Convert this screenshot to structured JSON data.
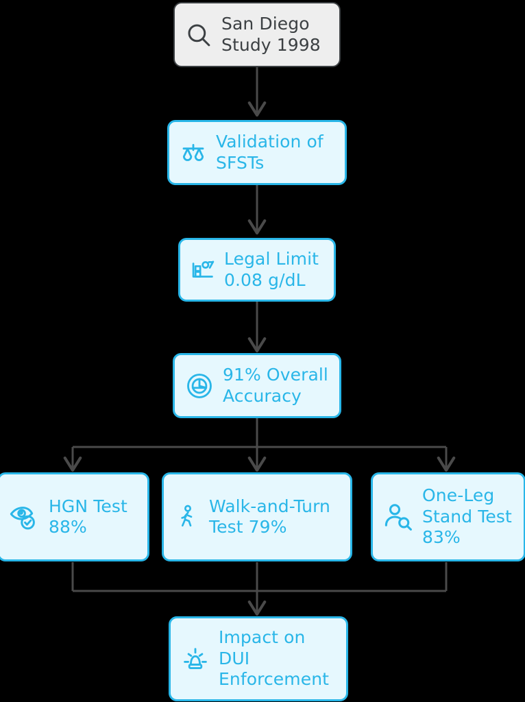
{
  "diagram": {
    "title": "San Diego Study 1998 SFST Validation Flowchart",
    "background_color": "#000000",
    "accent_color": "#29b6e8",
    "node_fill_color": "#e6f8fe",
    "start_fill_color": "#eeeeee",
    "start_border_color": "#3c4043",
    "edge_color": "#4a4a4a",
    "orientation": "top-to-bottom",
    "nodes": [
      {
        "id": "study",
        "label": "San Diego\nStudy 1998",
        "icon": "search-icon",
        "style": "start"
      },
      {
        "id": "validation",
        "label": "Validation of\nSFSTs",
        "icon": "scales-balance-icon",
        "style": "process"
      },
      {
        "id": "legal-limit",
        "label": "Legal Limit\n0.08 g/dL",
        "icon": "bar-chart-percent-icon",
        "style": "process"
      },
      {
        "id": "overall-accuracy",
        "label": "91% Overall\nAccuracy",
        "icon": "pie-chart-icon",
        "style": "process"
      },
      {
        "id": "hgn-test",
        "label": "HGN Test\n88%",
        "icon": "eye-check-icon",
        "style": "process"
      },
      {
        "id": "walk-and-turn",
        "label": "Walk-and-Turn\nTest 79%",
        "icon": "walking-person-icon",
        "style": "process"
      },
      {
        "id": "one-leg-stand",
        "label": "One-Leg\nStand Test\n83%",
        "icon": "person-search-icon",
        "style": "process"
      },
      {
        "id": "dui-impact",
        "label": "Impact on\nDUI\nEnforcement",
        "icon": "siren-beacon-icon",
        "style": "process"
      }
    ],
    "edges": [
      {
        "from": "study",
        "to": "validation"
      },
      {
        "from": "validation",
        "to": "legal-limit"
      },
      {
        "from": "legal-limit",
        "to": "overall-accuracy"
      },
      {
        "from": "overall-accuracy",
        "to": "hgn-test"
      },
      {
        "from": "overall-accuracy",
        "to": "walk-and-turn"
      },
      {
        "from": "overall-accuracy",
        "to": "one-leg-stand"
      },
      {
        "from": "hgn-test",
        "to": "dui-impact"
      },
      {
        "from": "walk-and-turn",
        "to": "dui-impact"
      },
      {
        "from": "one-leg-stand",
        "to": "dui-impact"
      }
    ]
  }
}
